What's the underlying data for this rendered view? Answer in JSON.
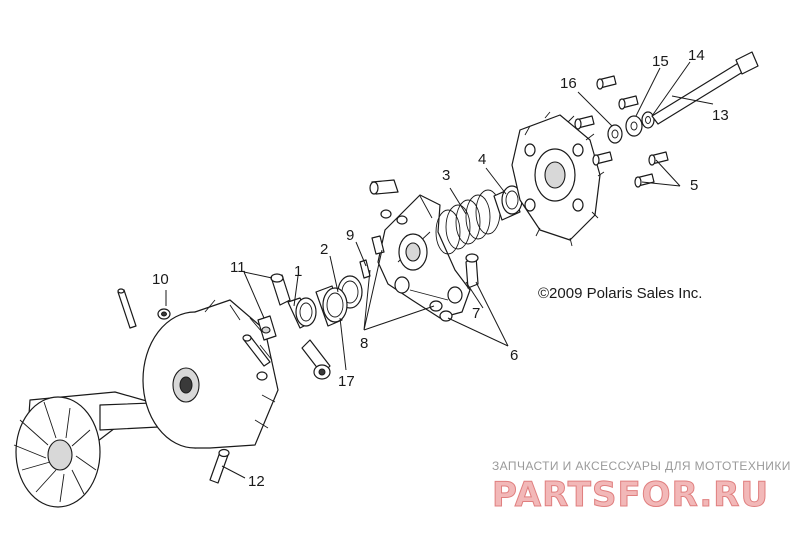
{
  "callouts": {
    "n1": "1",
    "n2": "2",
    "n3": "3",
    "n4": "4",
    "n5": "5",
    "n6": "6",
    "n7": "7",
    "n8": "8",
    "n9": "9",
    "n10": "10",
    "n11": "11",
    "n12": "12",
    "n13": "13",
    "n14": "14",
    "n15": "15",
    "n16": "16",
    "n17": "17"
  },
  "copyright": "©2009 Polaris Sales Inc.",
  "watermark": {
    "tagline": "ЗАПЧАСТИ И АКСЕССУАРЫ ДЛЯ МОТОТЕХНИКИ",
    "brand": "PARTSFOR.RU"
  },
  "colors": {
    "line": "#1a1a1a",
    "watermark": "#e07f7f",
    "background": "#ffffff"
  }
}
